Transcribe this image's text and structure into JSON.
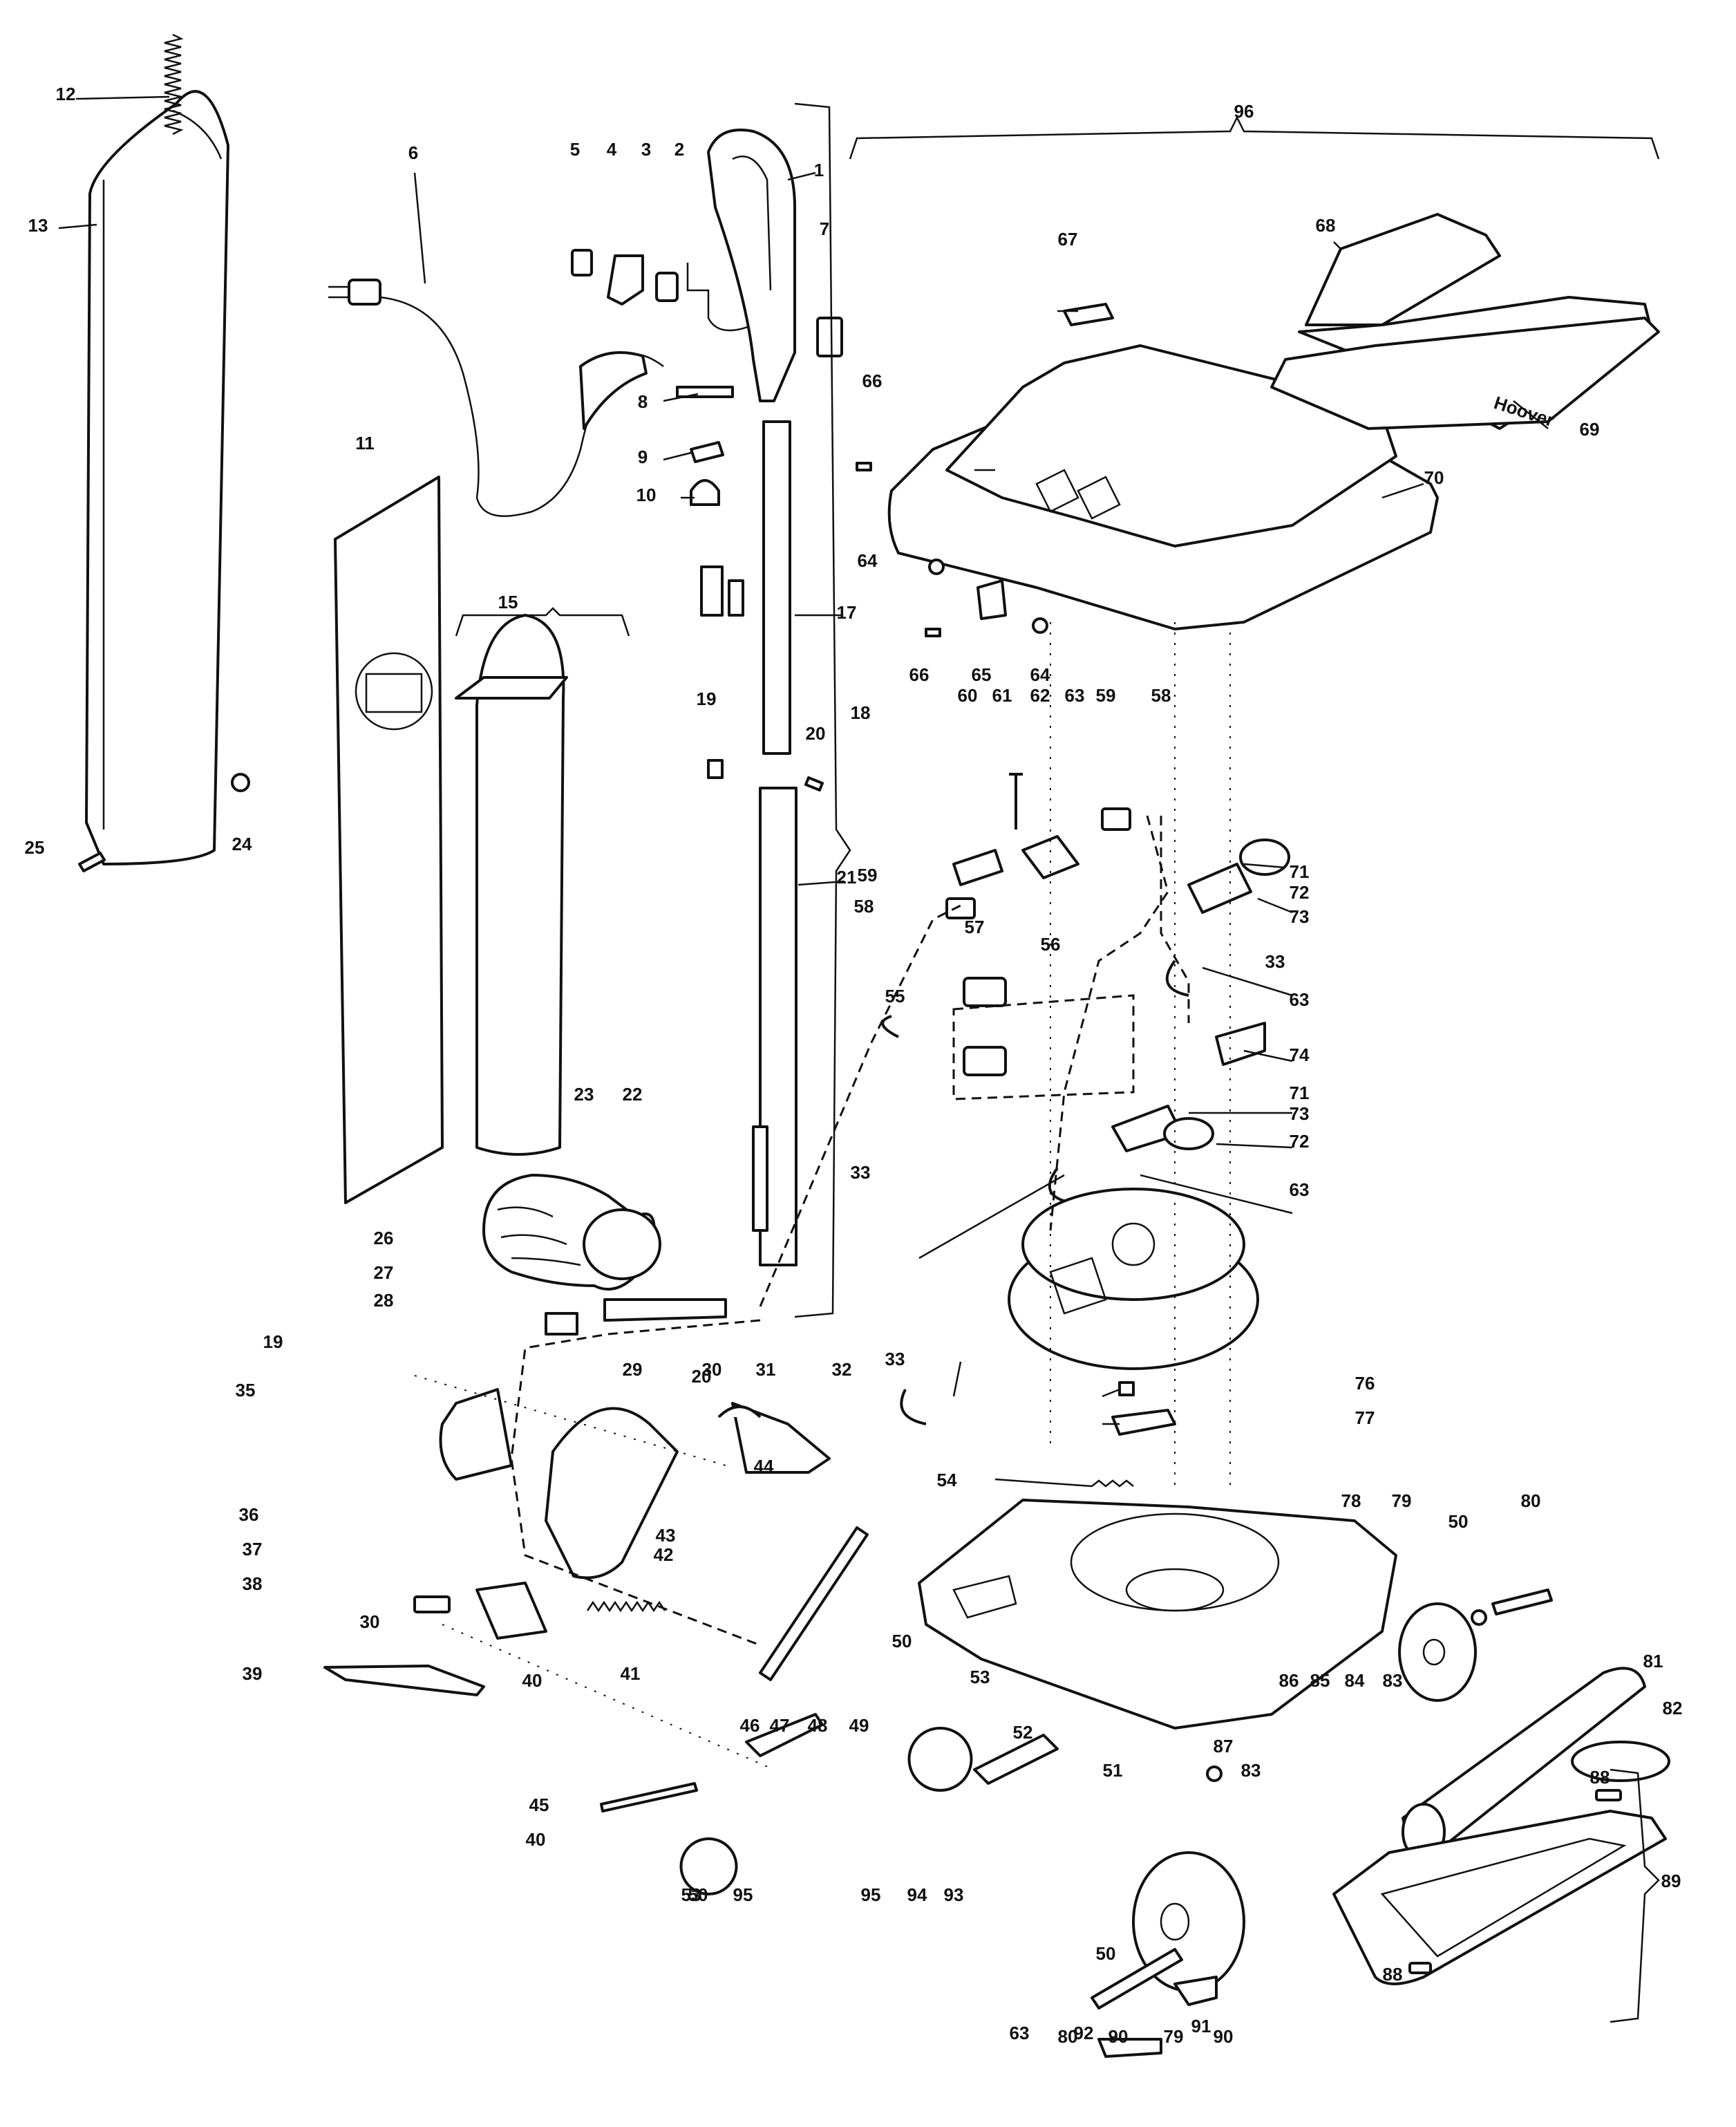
{
  "labels": [
    "1",
    "2",
    "3",
    "4",
    "5",
    "6",
    "7",
    "8",
    "9",
    "10",
    "11",
    "12",
    "13",
    "15",
    "17",
    "18",
    "19",
    "20",
    "21",
    "22",
    "23",
    "24",
    "25",
    "26",
    "27",
    "28",
    "29",
    "30",
    "31",
    "32",
    "33",
    "35",
    "36",
    "37",
    "38",
    "39",
    "40",
    "41",
    "42",
    "43",
    "44",
    "45",
    "46",
    "47",
    "48",
    "49",
    "50",
    "51",
    "52",
    "53",
    "54",
    "55",
    "56",
    "57",
    "58",
    "59",
    "60",
    "61",
    "62",
    "63",
    "64",
    "65",
    "66",
    "67",
    "68",
    "69",
    "70",
    "71",
    "72",
    "73",
    "74",
    "76",
    "77",
    "78",
    "79",
    "80",
    "81",
    "82",
    "83",
    "84",
    "85",
    "86",
    "87",
    "88",
    "89",
    "90",
    "91",
    "92",
    "93",
    "94",
    "95",
    "96"
  ],
  "stamp_text": "Hoover"
}
